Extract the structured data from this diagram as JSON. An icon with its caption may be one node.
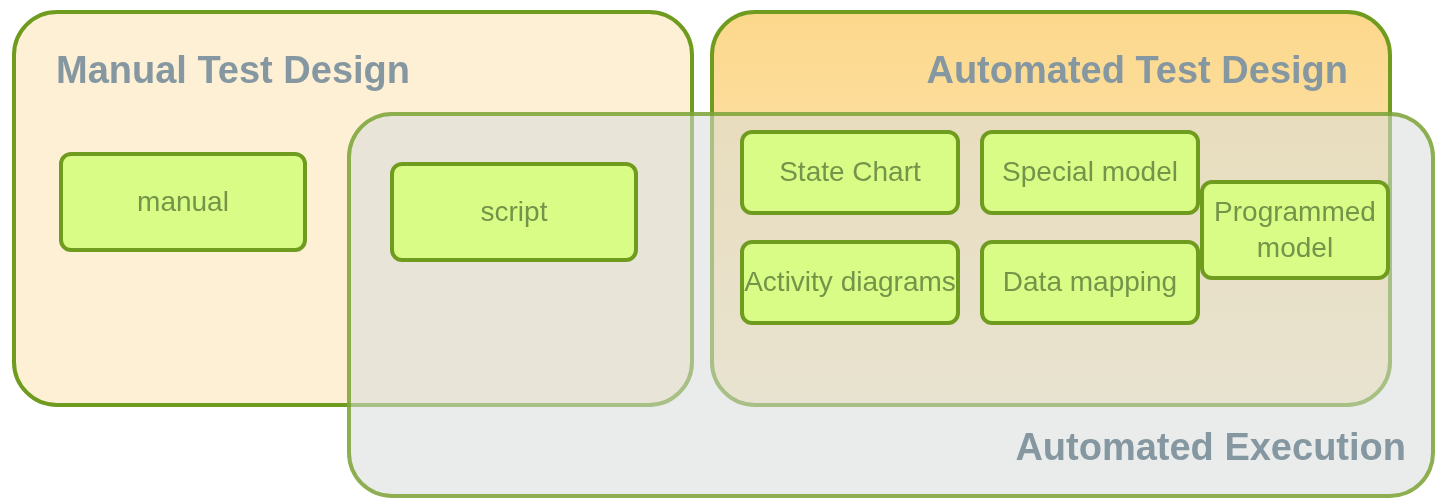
{
  "diagram": {
    "nodes": [
      {
        "text": [
          "Manual Test Design"
        ]
      },
      {
        "text": [
          "Automated Test Design"
        ]
      },
      {
        "text": [
          "Automated Execution"
        ]
      },
      {
        "text": [
          "manual"
        ],
        "in": 0
      },
      {
        "text": [
          "script"
        ]
      },
      {
        "text": [
          "State Chart"
        ]
      },
      {
        "text": [
          "Special model"
        ]
      },
      {
        "text": [
          "Activity diagrams"
        ]
      },
      {
        "text": [
          "Data mapping"
        ]
      },
      {
        "text": [
          "Programmed model"
        ]
      }
    ]
  }
}
